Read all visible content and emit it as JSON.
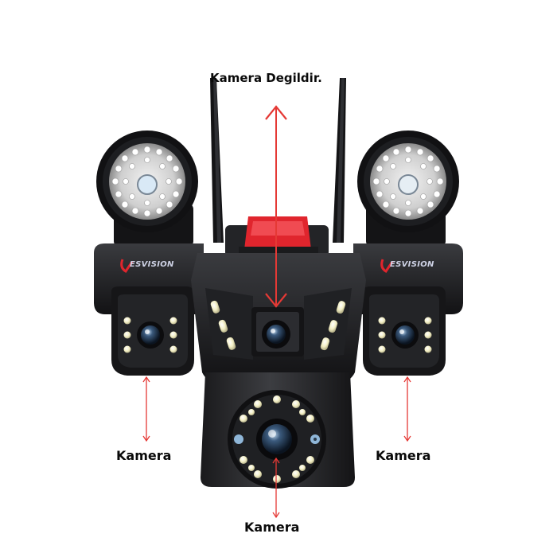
{
  "annotations": {
    "top": "Kamera Degildir.",
    "left": "Kamera",
    "right": "Kamera",
    "bottom": "Kamera"
  },
  "brand": {
    "name": "ESVISION"
  },
  "colors": {
    "arrow": "#e53935",
    "body": "#1b1b1d",
    "red_mount": "#e0252d",
    "led": "#f4f0c8",
    "ir_blue": "#8fb6d8"
  }
}
